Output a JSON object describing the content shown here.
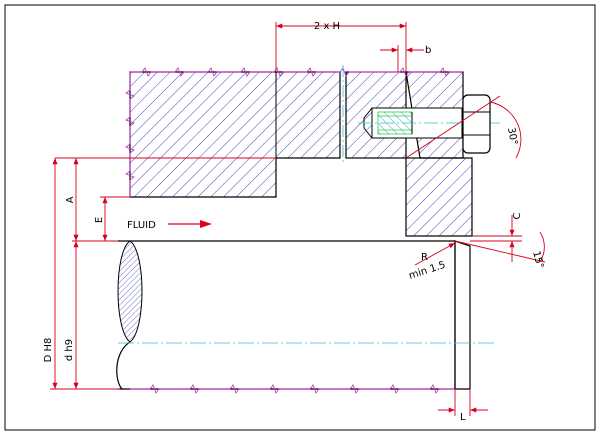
{
  "drawing": {
    "labels": {
      "two_h": "2 x H",
      "b": "b",
      "angle_30": "30°",
      "a": "A",
      "e": "E",
      "fluid": "FLUID",
      "c": "C",
      "r": "R",
      "min_r": "min 1.5",
      "angle_15": "15°",
      "d_h8": "D H8",
      "d_h9": "d h9",
      "l": "L"
    },
    "colors": {
      "outline": "#000000",
      "dimension": "#d6001c",
      "hatch": "#2b34b8",
      "hatch_teal": "#2a8f8f",
      "break_line": "#cc33cc",
      "centerline": "#22c7d8",
      "thread": "#1fd05a",
      "fluid_arrow": "#e0001b"
    }
  }
}
